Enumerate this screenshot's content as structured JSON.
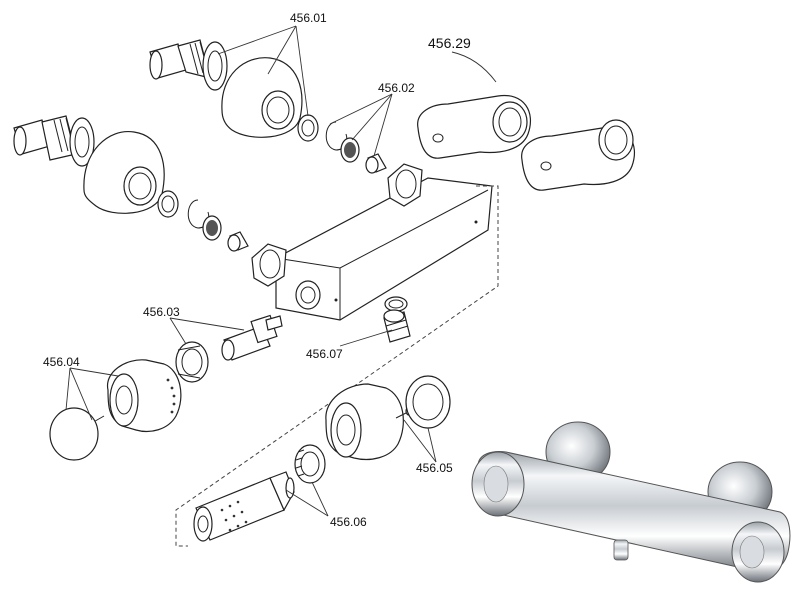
{
  "labels": {
    "p45601": "456.01",
    "p45602": "456.02",
    "p45629": "456.29",
    "p45603": "456.03",
    "p45604": "456.04",
    "p45607": "456.07",
    "p45605": "456.05",
    "p45606": "456.06"
  },
  "colors": {
    "line": "#222222",
    "chrome_light": "#f2f4f6",
    "chrome_dark": "#6b7178",
    "background": "#ffffff"
  }
}
